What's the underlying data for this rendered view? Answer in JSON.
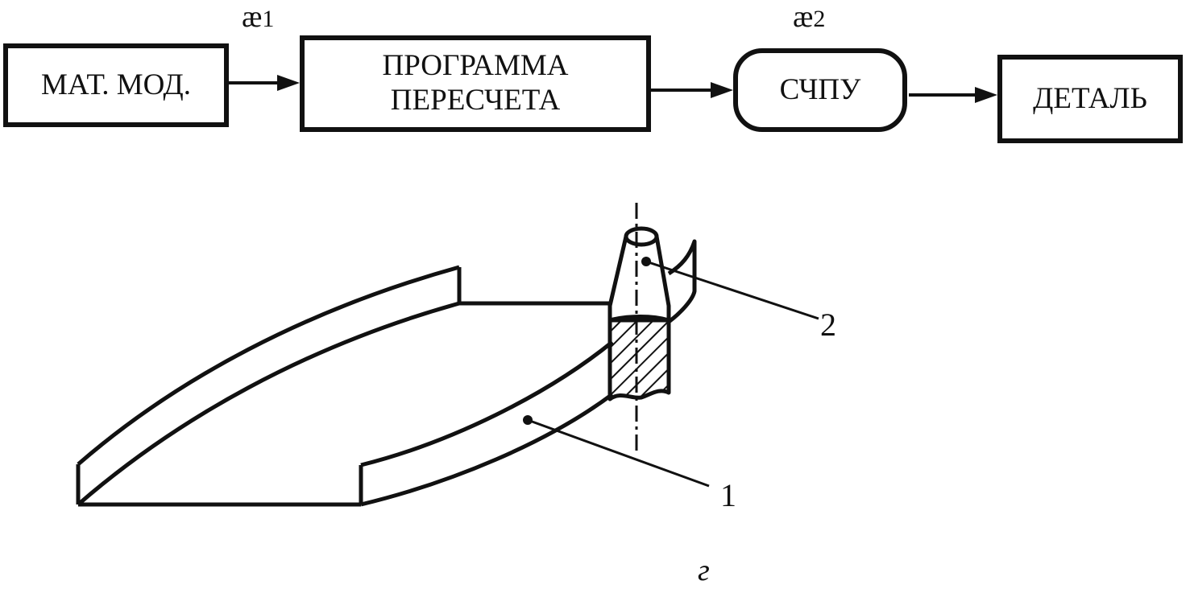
{
  "flow": {
    "box1": "МАТ. МОД.",
    "box2_line1": "ПРОГРАММА",
    "box2_line2": "ПЕРЕСЧЕТА",
    "box3": "СЧПУ",
    "box4": "ДЕТАЛЬ",
    "ae1_symbol": "æ",
    "ae1_index": "1",
    "ae2_symbol": "æ",
    "ae2_index": "2"
  },
  "drawing": {
    "label_1": "1",
    "label_2": "2",
    "caption": "г"
  },
  "colors": {
    "ink": "#111111",
    "background": "#ffffff"
  }
}
